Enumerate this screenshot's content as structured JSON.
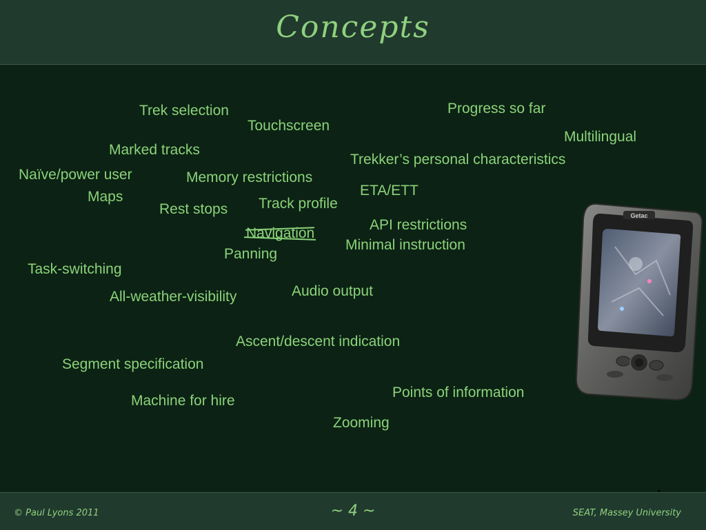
{
  "slide": {
    "title": "Concepts",
    "page_number": "4",
    "footer": {
      "left": "© Paul Lyons 2011",
      "center": "~ 4 ~",
      "right": "SEAT, Massey University"
    }
  },
  "concepts": {
    "trek_selection": "Trek selection",
    "touchscreen": "Touchscreen",
    "progress_so_far": "Progress so far",
    "multilingual": "Multilingual",
    "marked_tracks": "Marked tracks",
    "trekker_characteristics": "Trekker’s personal characteristics",
    "naive_power_user": "Naïve/power user",
    "memory_restrictions": "Memory restrictions",
    "eta_ett": "ETA/ETT",
    "maps": "Maps",
    "track_profile": "Track profile",
    "rest_stops": "Rest stops",
    "api_restrictions": "API restrictions",
    "navigation": "Navigation",
    "minimal_instruction": "Minimal instruction",
    "panning": "Panning",
    "task_switching": "Task-switching",
    "audio_output": "Audio output",
    "all_weather_visibility": "All-weather-visibility",
    "ascent_descent_indication": "Ascent/descent indication",
    "segment_specification": "Segment specification",
    "points_of_information": "Points of information",
    "machine_for_hire": "Machine for hire",
    "zooming": "Zooming"
  },
  "device": {
    "brand": "Getac",
    "image": "handheld GPS device"
  },
  "colors": {
    "background": "#0c2214",
    "header": "#213a2e",
    "text": "#8bd37a"
  }
}
